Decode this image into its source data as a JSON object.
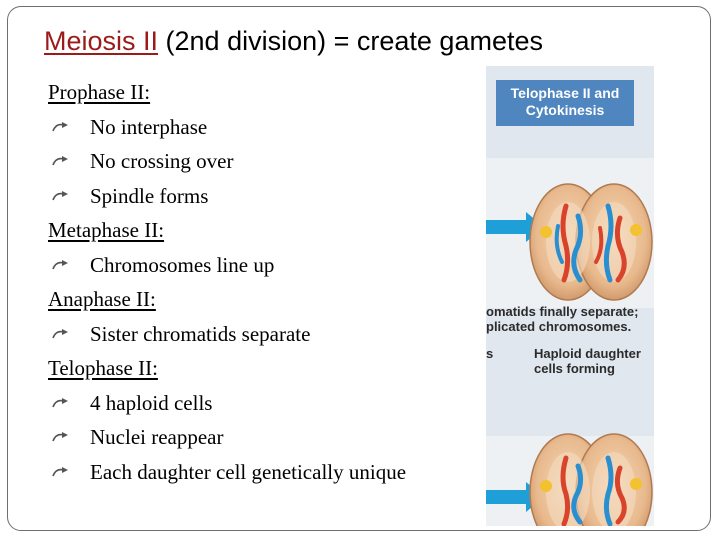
{
  "title": {
    "highlight": "Meiosis II",
    "rest": " (2nd division) = create gametes"
  },
  "content": {
    "sections": [
      {
        "heading": "Prophase II:",
        "bullets": [
          "No interphase",
          "No crossing over",
          "Spindle forms"
        ]
      },
      {
        "heading": "Metaphase II:",
        "bullets": [
          "Chromosomes line up"
        ]
      },
      {
        "heading": "Anaphase II:",
        "bullets": [
          "Sister chromatids separate"
        ]
      },
      {
        "heading": "Telophase II:",
        "bullets": [
          "4 haploid cells",
          "Nuclei reappear",
          "Each daughter cell genetically unique"
        ]
      }
    ]
  },
  "figure": {
    "header": "Telophase II and Cytokinesis",
    "caption1_line1": "omatids finally separate;",
    "caption1_line2": "plicated chromosomes.",
    "caption2_fragment": "s",
    "caption2_line1": "Haploid daughter",
    "caption2_line2": "cells forming"
  },
  "colors": {
    "title_highlight": "#9b1b1b",
    "bullet_icon": "#555555",
    "header_bg": "#4f86bf",
    "arrow": "#1f9fd8",
    "cell_fill": "#e8b98d",
    "chromosome_red": "#d9432b",
    "chromosome_blue": "#2a8fd0",
    "star": "#f2c230"
  },
  "icons": {
    "bullet": "arrow-bullet-icon"
  }
}
